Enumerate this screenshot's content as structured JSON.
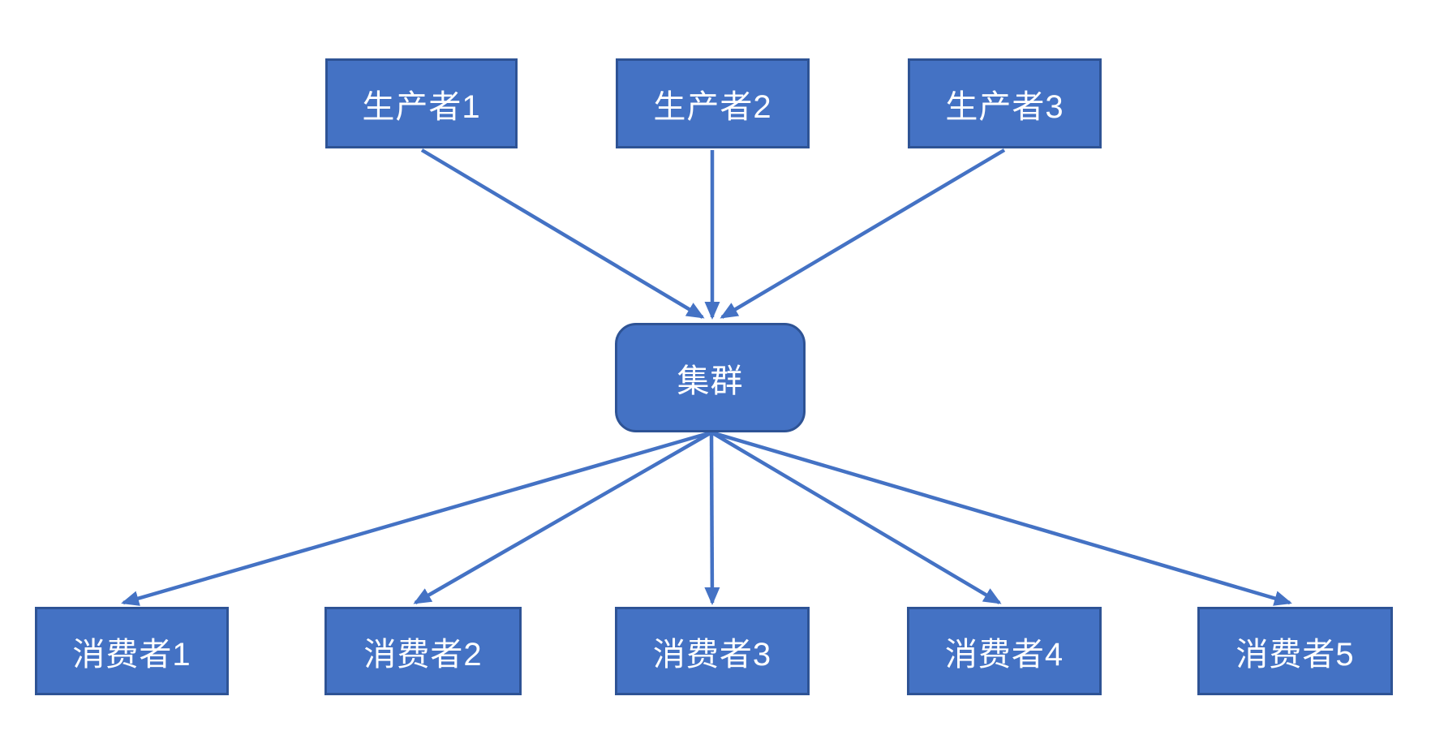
{
  "diagram": {
    "colors": {
      "node_fill": "#4472C4",
      "node_border": "#2E5395",
      "arrow": "#4472C4",
      "text": "#FFFFFF",
      "background": "#FFFFFF"
    },
    "producers": [
      {
        "id": "producer-1",
        "label": "生产者1"
      },
      {
        "id": "producer-2",
        "label": "生产者2"
      },
      {
        "id": "producer-3",
        "label": "生产者3"
      }
    ],
    "cluster": {
      "id": "cluster",
      "label": "集群"
    },
    "consumers": [
      {
        "id": "consumer-1",
        "label": "消费者1"
      },
      {
        "id": "consumer-2",
        "label": "消费者2"
      },
      {
        "id": "consumer-3",
        "label": "消费者3"
      },
      {
        "id": "consumer-4",
        "label": "消费者4"
      },
      {
        "id": "consumer-5",
        "label": "消费者5"
      }
    ],
    "edges": [
      {
        "from": "producer-1",
        "to": "cluster"
      },
      {
        "from": "producer-2",
        "to": "cluster"
      },
      {
        "from": "producer-3",
        "to": "cluster"
      },
      {
        "from": "cluster",
        "to": "consumer-1"
      },
      {
        "from": "cluster",
        "to": "consumer-2"
      },
      {
        "from": "cluster",
        "to": "consumer-3"
      },
      {
        "from": "cluster",
        "to": "consumer-4"
      },
      {
        "from": "cluster",
        "to": "consumer-5"
      }
    ]
  }
}
